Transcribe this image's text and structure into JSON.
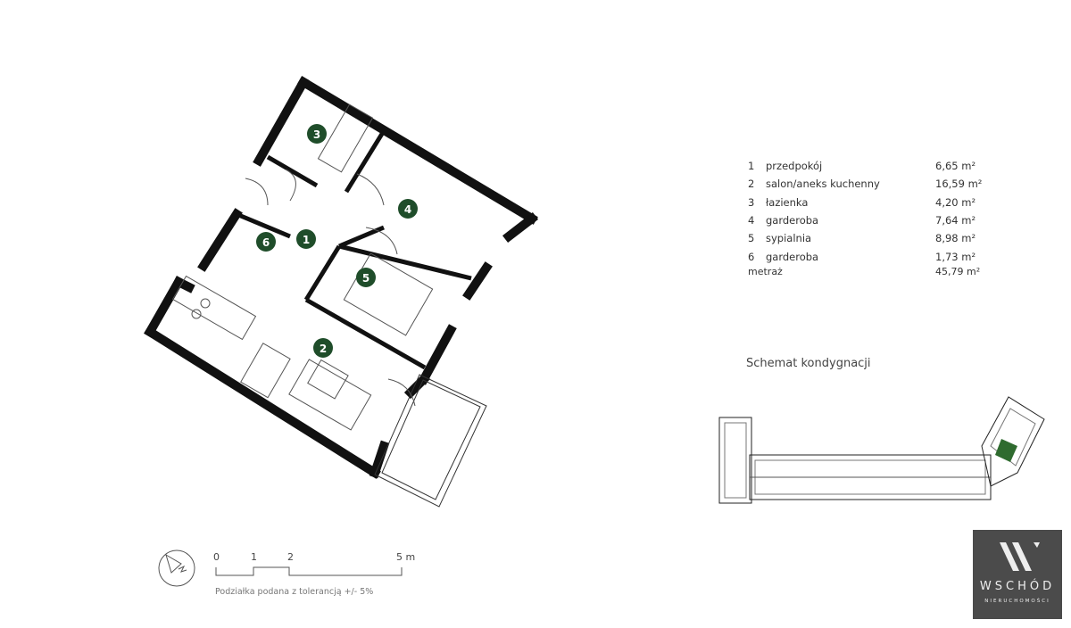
{
  "rooms": [
    {
      "num": "1",
      "name": "przedpokój",
      "area": "6,65 m²"
    },
    {
      "num": "2",
      "name": "salon/aneks kuchenny",
      "area": "16,59 m²"
    },
    {
      "num": "3",
      "name": "łazienka",
      "area": "4,20 m²"
    },
    {
      "num": "4",
      "name": "garderoba",
      "area": "7,64 m²"
    },
    {
      "num": "5",
      "name": "sypialnia",
      "area": "8,98 m²"
    },
    {
      "num": "6",
      "name": "garderoba",
      "area": "1,73 m²"
    }
  ],
  "total": {
    "label": "metraż",
    "area": "45,79 m²"
  },
  "schematic_title": "Schemat kondygnacji",
  "scale": {
    "t0": "0",
    "t1": "1",
    "t2": "2",
    "t5": "5 m",
    "note": "Podziałka podana z tolerancją +/- 5%"
  },
  "logo": {
    "name": "WSCHÓD",
    "sub": "NIERUCHOMOŚCI"
  },
  "colors": {
    "marker": "#1f4d2a",
    "wall": "#111111",
    "highlight": "#2f6b2f",
    "logo_bg": "#4b4b4b"
  }
}
